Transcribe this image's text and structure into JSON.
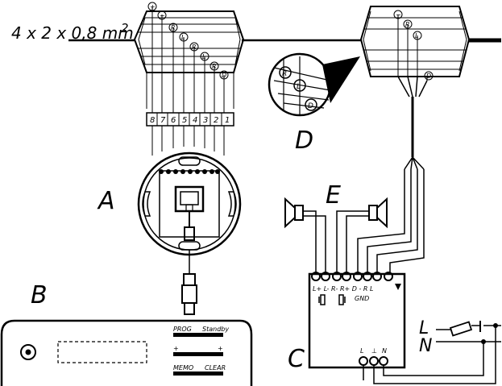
{
  "cable_spec": {
    "main": "4 x 2 x 0,8 mm",
    "exp": "2"
  },
  "labels": {
    "a": "A",
    "b": "B",
    "c": "C",
    "d": "D",
    "e": "E"
  },
  "left_box_markers": [
    "+",
    "−",
    "R",
    "L",
    "R",
    "L",
    "R",
    "D"
  ],
  "right_box_markers": [
    "−",
    "R",
    "L",
    "D"
  ],
  "zoom_markers": [
    "R",
    "L",
    "D"
  ],
  "terminal_numbers": [
    "8",
    "7",
    "6",
    "5",
    "4",
    "3",
    "2",
    "1"
  ],
  "amp_terminals": "L+ L- R- R+ D - R L",
  "amp_gnd": "GND",
  "mains_terminals": {
    "l": "L",
    "n": "N",
    "sep": "⊥"
  },
  "mains_lines": {
    "l": "L",
    "n": "N"
  },
  "device_b": {
    "row1_left": "PROG",
    "row1_right": "Standby",
    "row2_left": "+",
    "row2_right": "+",
    "row3_left": "MEMO",
    "row3_right": "CLEAR"
  }
}
